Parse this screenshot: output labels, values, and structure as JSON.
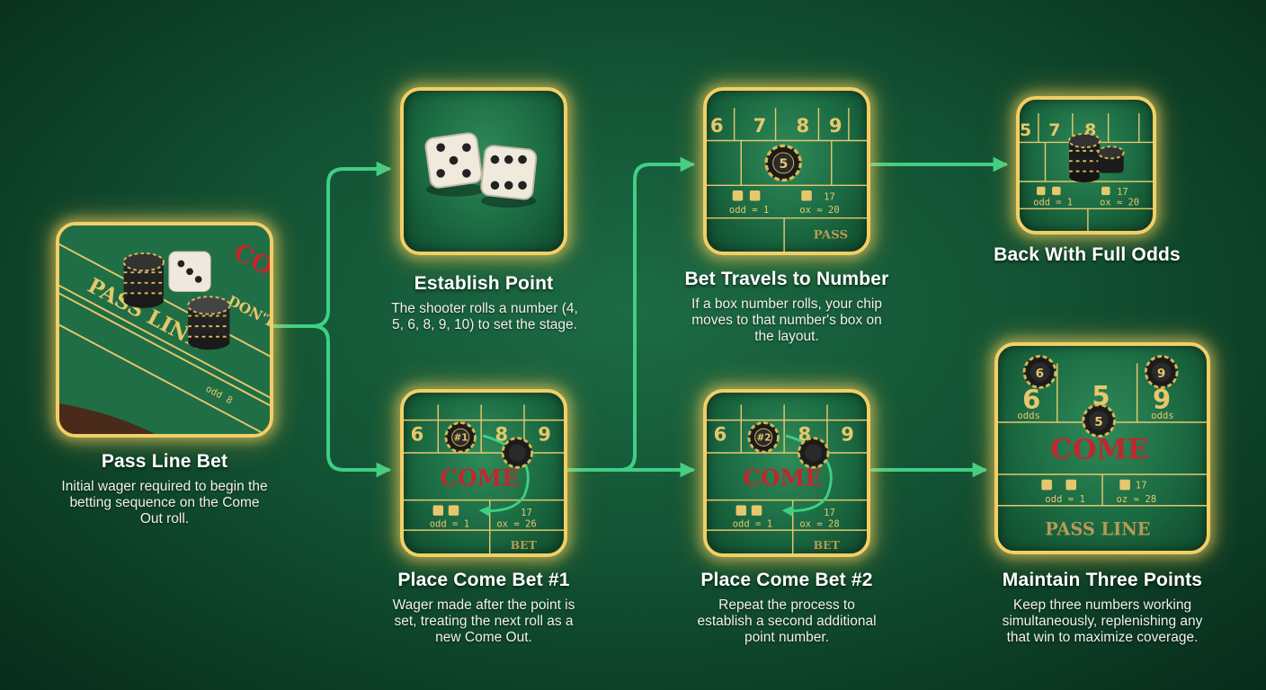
{
  "steps": {
    "pass_line": {
      "title": "Pass Line Bet",
      "description": "Initial wager required to begin the betting sequence on the Come Out roll.",
      "tile": {
        "felt_text_1": "PASS LINE",
        "felt_text_2": "COME",
        "felt_text_3": "DON'T BE",
        "felt_text_4": "odd 8"
      }
    },
    "establish_point": {
      "title": "Establish Point",
      "description": "The shooter rolls a number (4, 5, 6, 8, 9, 10) to set the stage."
    },
    "come_bet_1": {
      "title": "Place Come Bet #1",
      "description": "Wager made after the point is set, treating the next roll as a new Come Out.",
      "tile": {
        "numbers": [
          "6",
          "8",
          "9"
        ],
        "chip_label": "#1",
        "come": "COME",
        "odds": "odd = 1",
        "ratio": "ox ≈ 26",
        "seventeen": "17",
        "bottom": "BET"
      }
    },
    "bet_travels": {
      "title": "Bet Travels to Number",
      "description": "If a box number rolls, your chip moves to that number's box on the layout.",
      "tile": {
        "numbers": [
          "6",
          "7",
          "8",
          "9"
        ],
        "chip_label": "5",
        "odds": "odd = 1",
        "ratio": "ox ≈ 20",
        "seventeen": "17",
        "bottom": "PASS"
      }
    },
    "come_bet_2": {
      "title": "Place Come Bet #2",
      "description": "Repeat the process to establish a second additional point number.",
      "tile": {
        "numbers": [
          "6",
          "8",
          "9"
        ],
        "chip_label": "#2",
        "come": "COME",
        "odds": "odd = 1",
        "ratio": "ox ≈ 28",
        "seventeen": "17",
        "bottom": "BET"
      }
    },
    "full_odds": {
      "title": "Back With Full Odds",
      "tile": {
        "numbers": [
          "5",
          "7",
          "8"
        ],
        "odds": "odd = 1",
        "ratio": "ox ≈ 20",
        "seventeen": "17"
      }
    },
    "three_points": {
      "title": "Maintain Three Points",
      "description": "Keep three numbers working simultaneously, replenishing any that win to maximize coverage.",
      "tile": {
        "numbers": [
          "6",
          "5",
          "9"
        ],
        "chip_labels": [
          "6",
          "5",
          "9"
        ],
        "odds_left": "odds",
        "odds_right": "odds",
        "come": "COME",
        "odds": "odd = 1",
        "ratio": "oz ≈ 28",
        "seventeen": "17",
        "pass_line": "PASS LINE"
      }
    }
  },
  "colors": {
    "arrow": "#3fcf85",
    "tile_border": "#f2cf66",
    "come_red": "#c0282e",
    "felt_gold": "#e7c76c"
  },
  "icons": [
    "dice-icon",
    "chip-icon",
    "arrow-icon"
  ]
}
